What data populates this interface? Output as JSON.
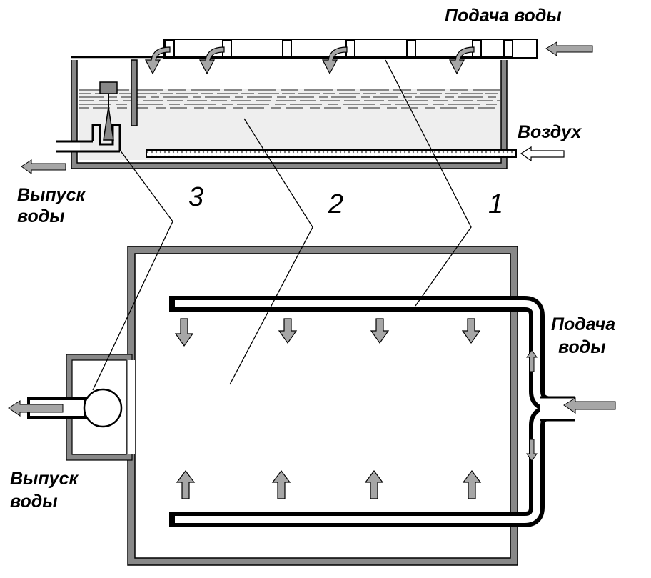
{
  "labels": {
    "water_supply_top": "Подача воды",
    "air": "Воздух",
    "water_outlet_top_line1": "Выпуск",
    "water_outlet_top_line2": "воды",
    "water_supply_bottom_line1": "Подача",
    "water_supply_bottom_line2": "воды",
    "water_outlet_bottom_line1": "Выпуск",
    "water_outlet_bottom_line2": "воды"
  },
  "callouts": {
    "pipe": "1",
    "basin": "2",
    "outlet_device": "3"
  },
  "colors": {
    "arrow_fill": "#a6a6a6",
    "wall": "#888888",
    "water": "#eeeeee",
    "line": "#000000"
  }
}
